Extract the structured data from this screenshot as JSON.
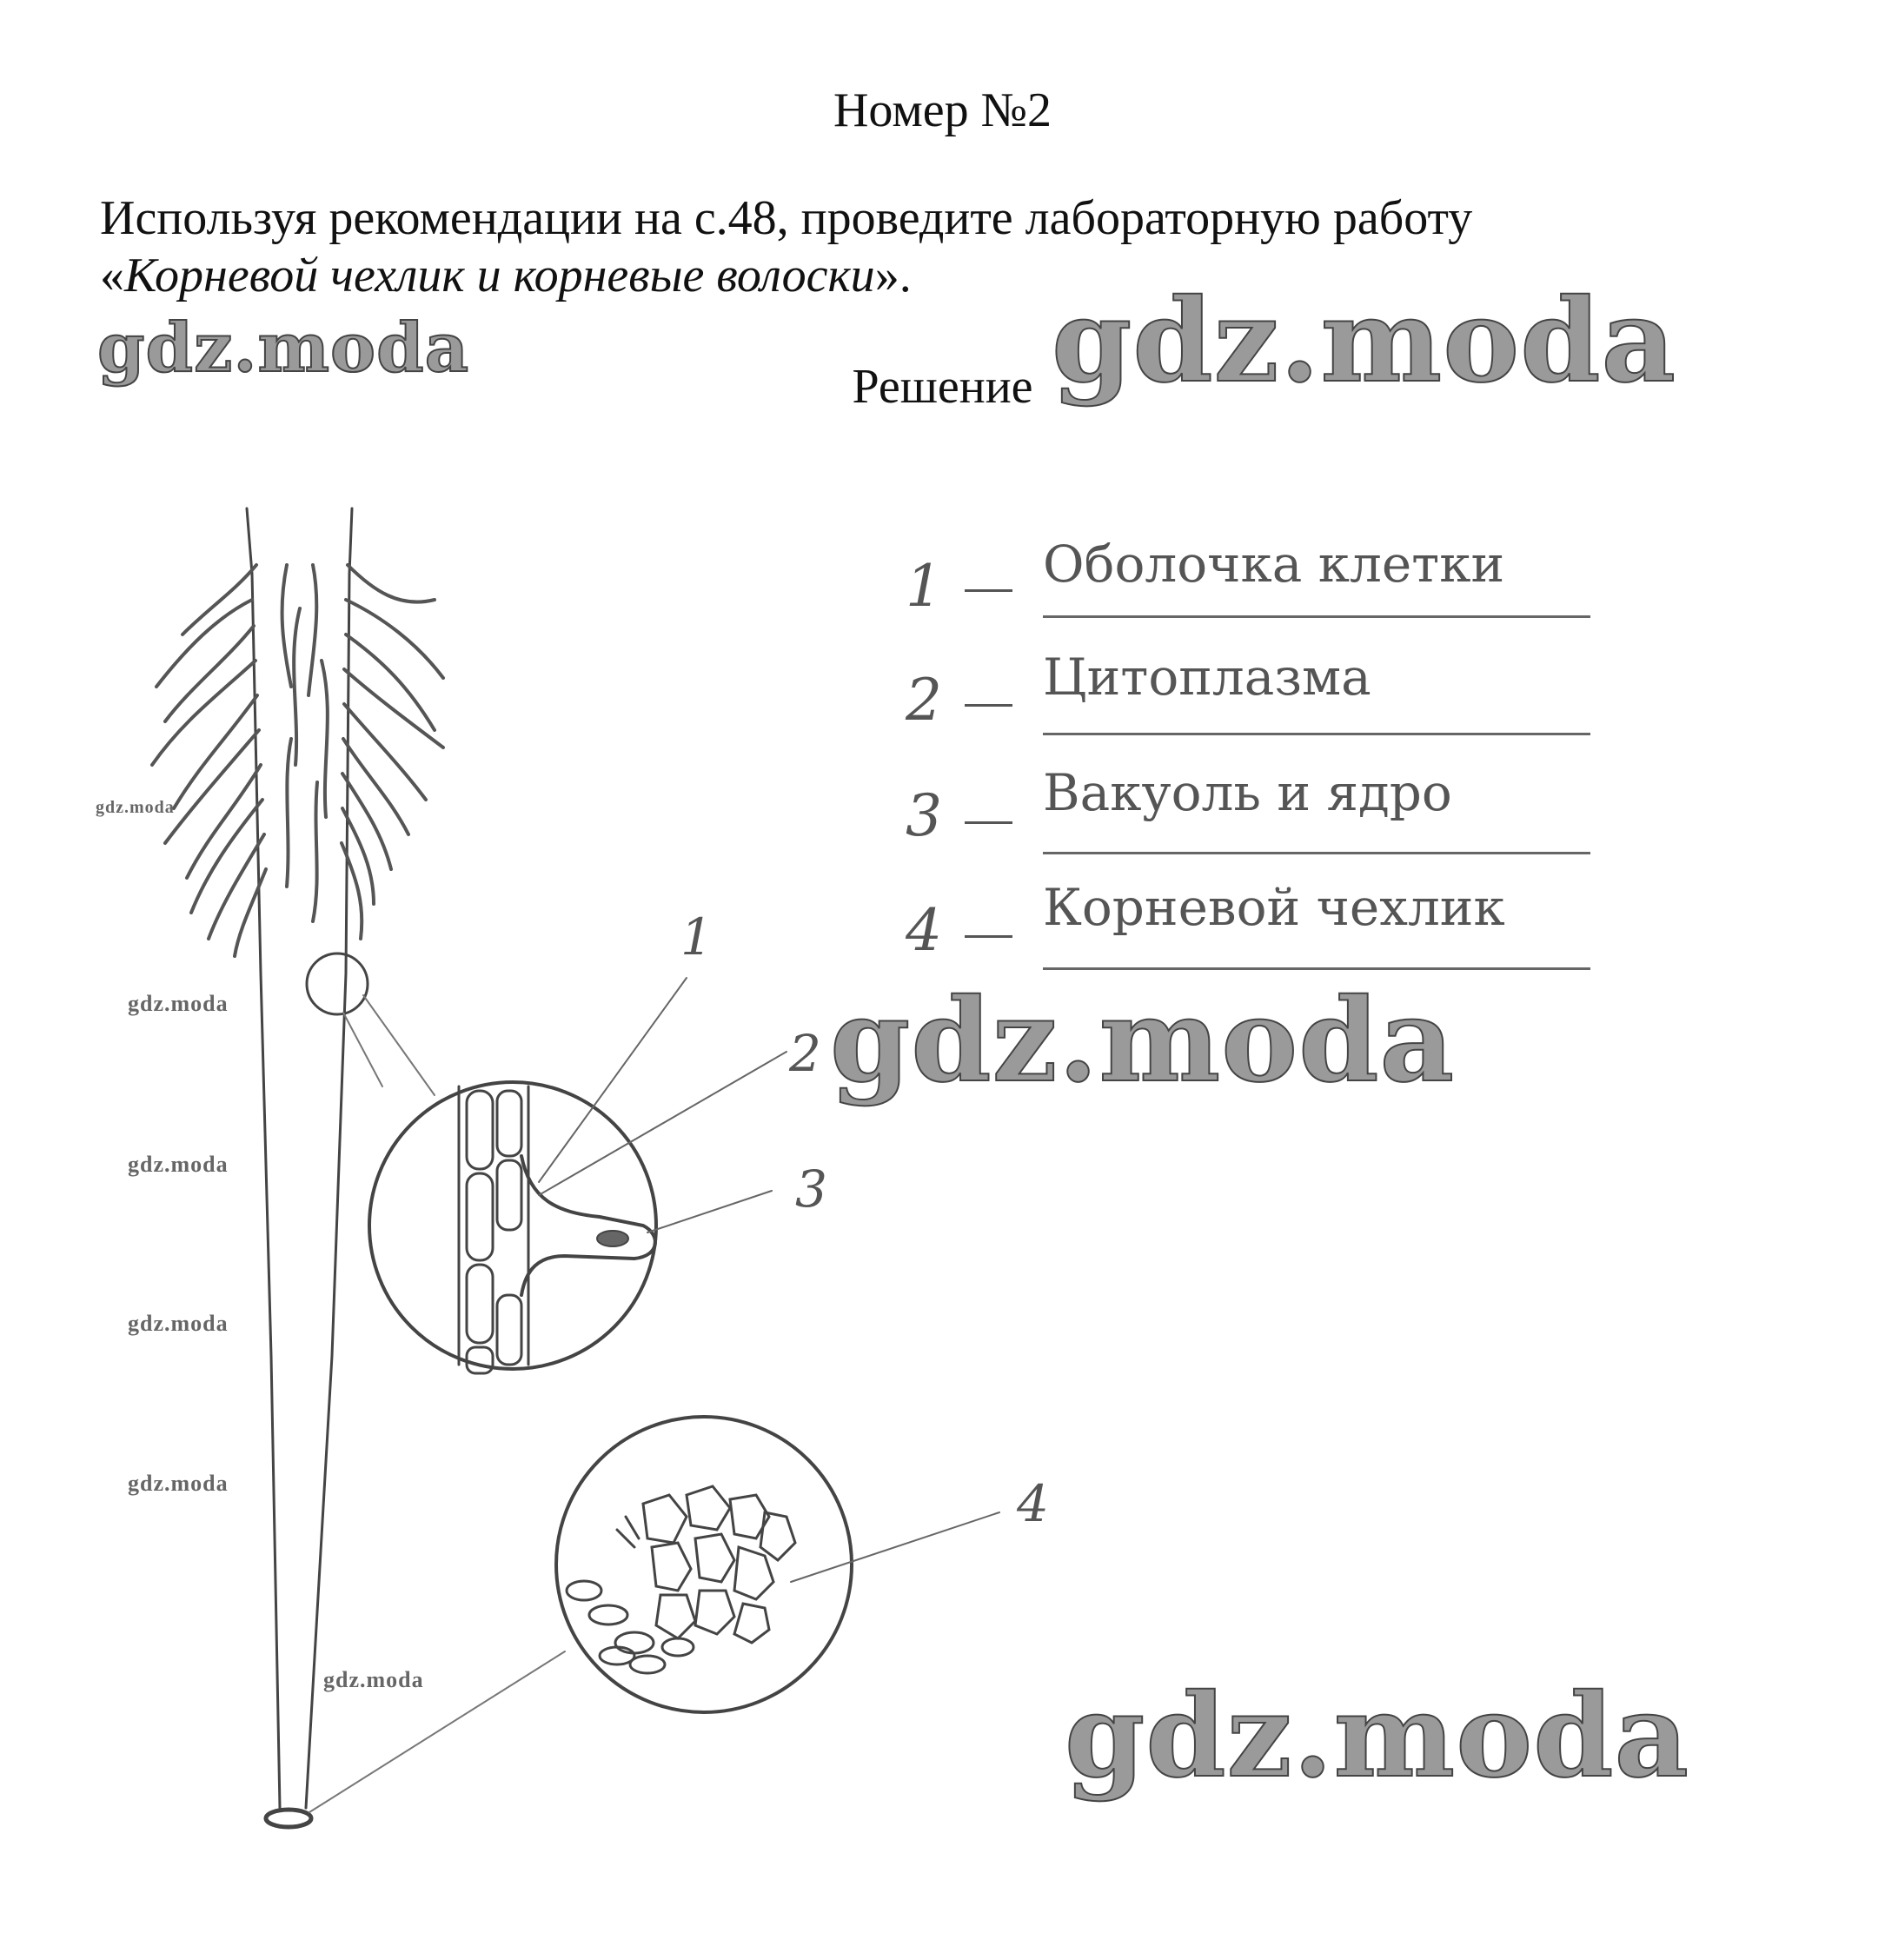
{
  "header": {
    "title": "Номер №2"
  },
  "task": {
    "line1": "Используя рекомендации на с.48, проведите лабораторную работу",
    "open_quote": "«",
    "italic_title": "Корневой чехлик и корневые волоски",
    "close_quote": "».",
    "solution_label": "Решение"
  },
  "legend": {
    "items": [
      {
        "num": "1",
        "text": "Оболочка клетки"
      },
      {
        "num": "2",
        "text": "Цитоплазма"
      },
      {
        "num": "3",
        "text": "Вакуоль и ядро"
      },
      {
        "num": "4",
        "text": "Корневой чехлик"
      }
    ]
  },
  "diagram": {
    "callouts": [
      "1",
      "2",
      "3",
      "4"
    ]
  },
  "watermarks": {
    "text": "gdz.moda"
  }
}
